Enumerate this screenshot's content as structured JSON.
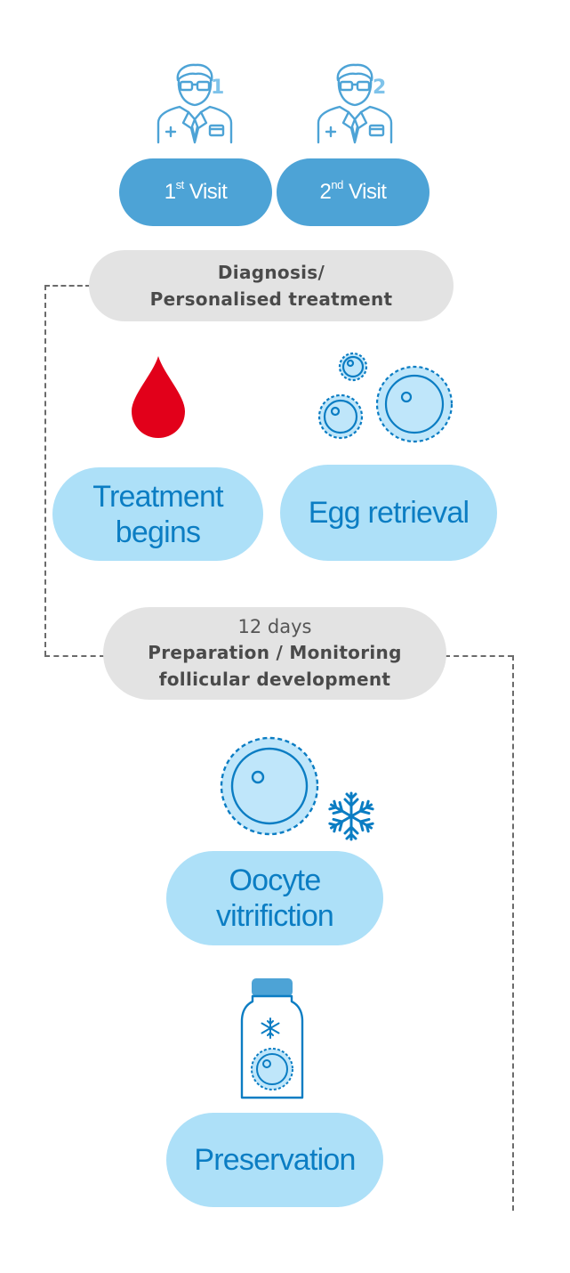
{
  "visits": [
    {
      "number": "1",
      "label_pre": "1",
      "label_sup": "st",
      "label_post": " Visit"
    },
    {
      "number": "2",
      "label_pre": "2",
      "label_sup": "nd",
      "label_post": " Visit"
    }
  ],
  "diagnosis": {
    "line1": "Diagnosis/",
    "line2": "Personalised treatment"
  },
  "treatment": {
    "line1": "Treatment",
    "line2": "begins"
  },
  "egg_retrieval": {
    "label": "Egg retrieval"
  },
  "preparation": {
    "days": "12 days",
    "line1": "Preparation / Monitoring",
    "line2": "follicular development"
  },
  "vitrification": {
    "line1": "Oocyte",
    "line2": "vitrifiction"
  },
  "preservation": {
    "label": "Preservation"
  },
  "colors": {
    "dark_blue": "#4da3d6",
    "light_blue": "#ade0f8",
    "text_blue": "#0b7dc3",
    "grey_pill": "#e3e3e3",
    "blood_red": "#e2001a",
    "connector": "#6b6b6b"
  },
  "icons": [
    "doctor-icon",
    "blood-drop-icon",
    "egg-cell-icon",
    "snowflake-icon",
    "storage-bottle-icon"
  ]
}
